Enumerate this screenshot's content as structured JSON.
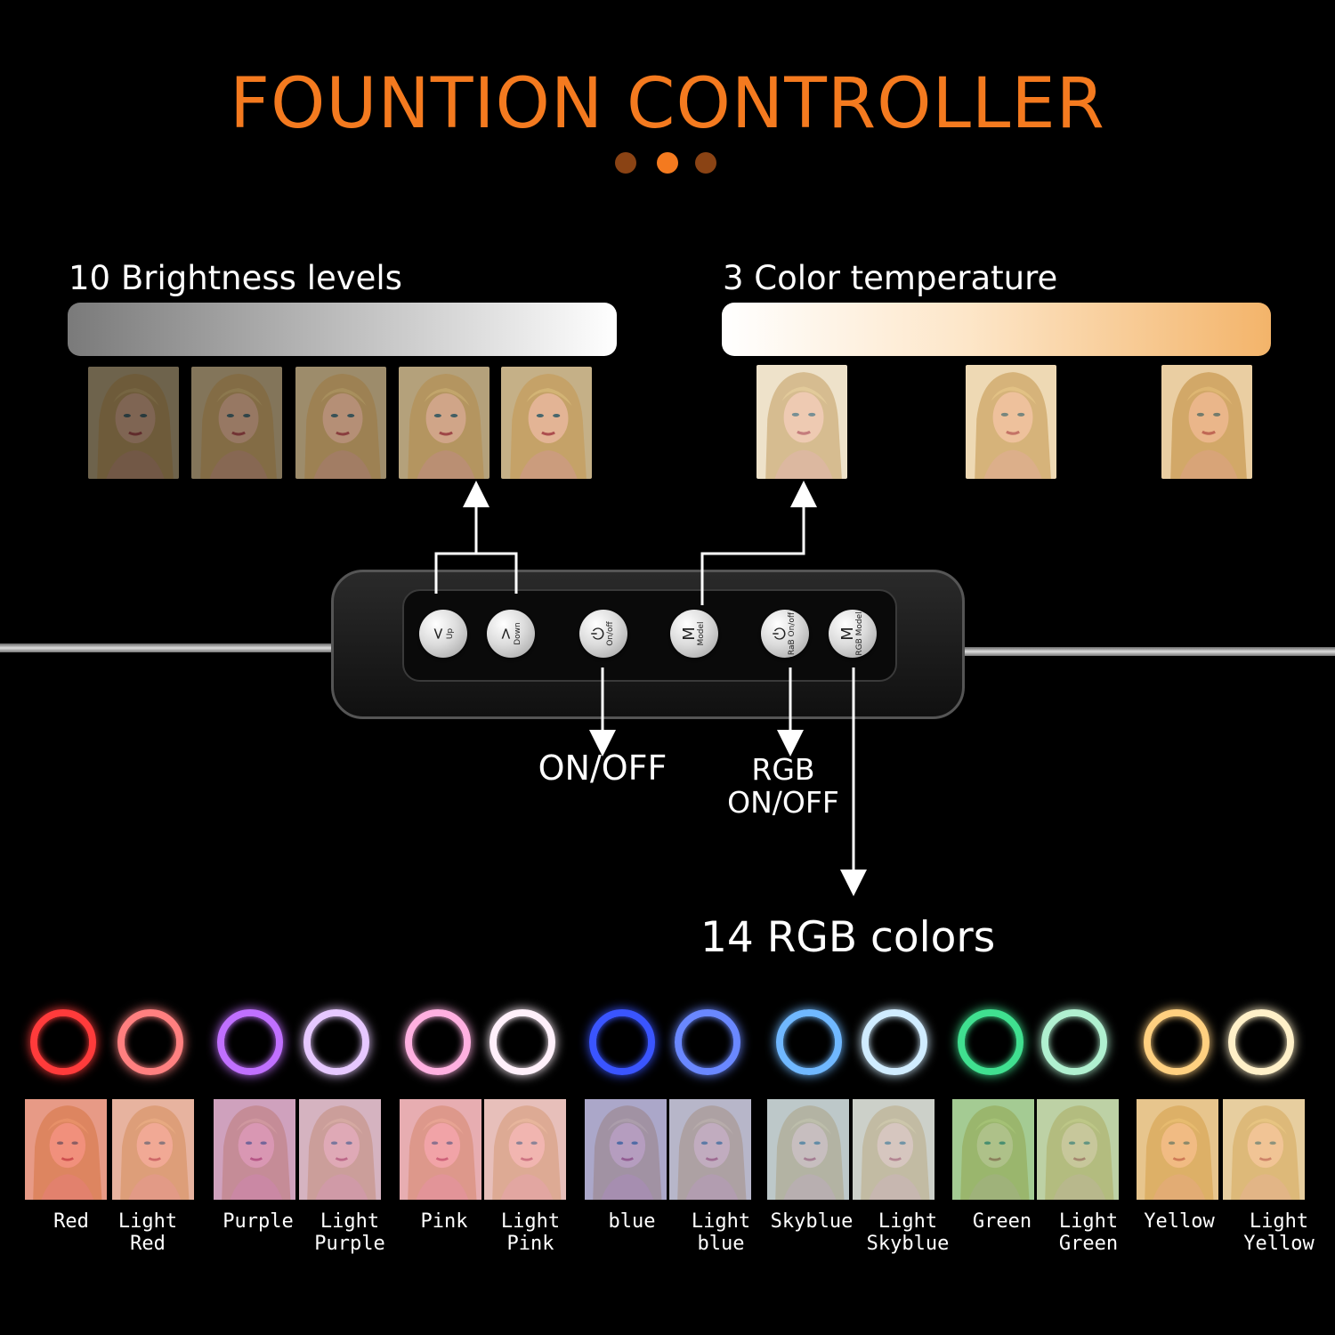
{
  "title": "FOUNTION CONTROLLER",
  "title_color": "#f47a1f",
  "brightness": {
    "label": "10 Brightness levels",
    "photo_count": 5
  },
  "temperature": {
    "label": "3 Color temperature",
    "photo_count": 3
  },
  "controller": {
    "buttons": [
      {
        "symbol": "<",
        "caption": "Up"
      },
      {
        "symbol": ">",
        "caption": "Down"
      },
      {
        "symbol": "⏻",
        "caption": "On/off"
      },
      {
        "symbol": "M",
        "caption": "Model"
      },
      {
        "symbol": "⏻",
        "caption": "RaB On/off"
      },
      {
        "symbol": "M",
        "caption": "RGB Model"
      }
    ],
    "on_off_label": "ON/OFF",
    "rgb_on_off_label": [
      "RGB",
      "ON/OFF"
    ]
  },
  "rgb": {
    "label": "14 RGB colors",
    "colors": [
      {
        "name": [
          "Red"
        ],
        "ring": "#ff3b3b",
        "tint": "#ff5050"
      },
      {
        "name": [
          "Light",
          "Red"
        ],
        "ring": "#ff8080",
        "tint": "#ff9090"
      },
      {
        "name": [
          "Purple"
        ],
        "ring": "#c070ff",
        "tint": "#c060e0"
      },
      {
        "name": [
          "Light",
          "Purple"
        ],
        "ring": "#e6c8ff",
        "tint": "#d090e8"
      },
      {
        "name": [
          "Pink"
        ],
        "ring": "#ffb0e0",
        "tint": "#ff80c0"
      },
      {
        "name": [
          "Light",
          "Pink"
        ],
        "ring": "#fff0fa",
        "tint": "#ffb0d8"
      },
      {
        "name": [
          "blue"
        ],
        "ring": "#3a55ff",
        "tint": "#6070ff"
      },
      {
        "name": [
          "Light",
          "blue"
        ],
        "ring": "#6a88ff",
        "tint": "#8098ff"
      },
      {
        "name": [
          "Skyblue"
        ],
        "ring": "#70b8ff",
        "tint": "#90c8ff"
      },
      {
        "name": [
          "Light",
          "Skyblue"
        ],
        "ring": "#d0ecff",
        "tint": "#b8dcff"
      },
      {
        "name": [
          "Green"
        ],
        "ring": "#40e090",
        "tint": "#50d070"
      },
      {
        "name": [
          "Light",
          "Green"
        ],
        "ring": "#b0f0d0",
        "tint": "#90e0a0"
      },
      {
        "name": [
          "Yellow"
        ],
        "ring": "#ffd080",
        "tint": "#ffc060"
      },
      {
        "name": [
          "Light",
          "Yellow"
        ],
        "ring": "#fff0c8",
        "tint": "#ffd890"
      }
    ]
  }
}
